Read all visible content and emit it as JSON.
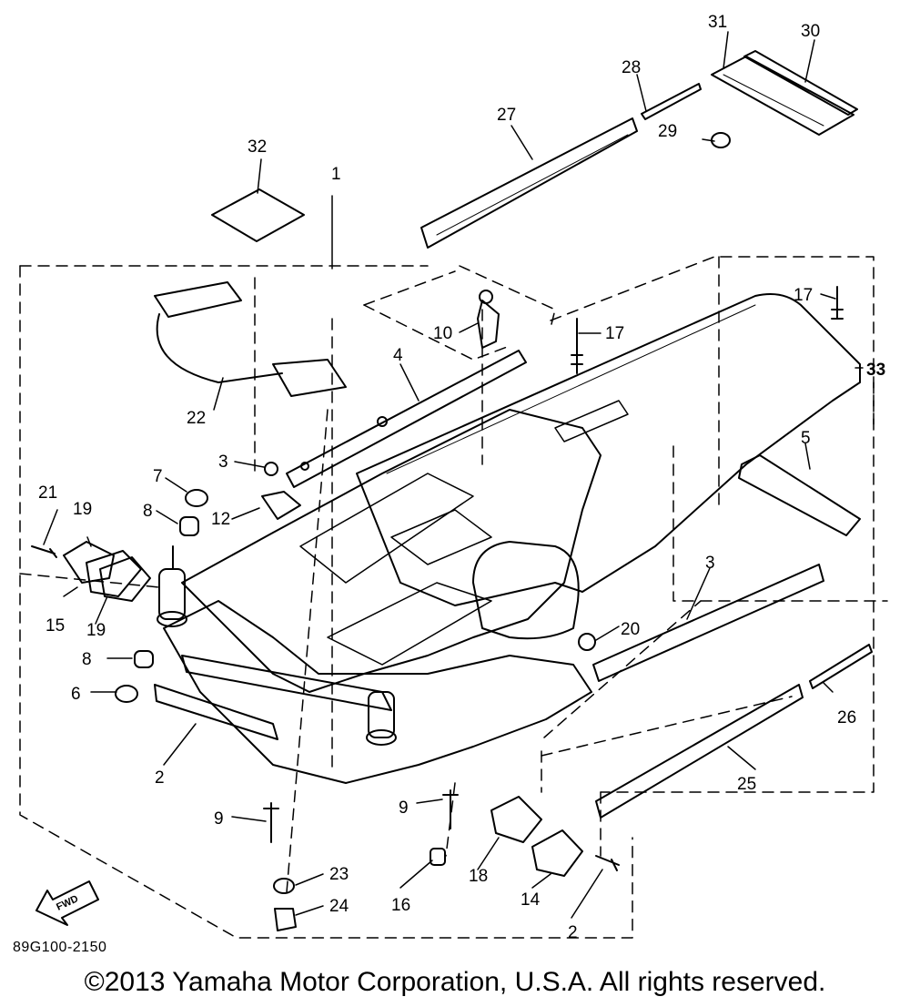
{
  "diagram": {
    "callouts": [
      {
        "id": "c1",
        "text": "1"
      },
      {
        "id": "c2a",
        "text": "2"
      },
      {
        "id": "c2b",
        "text": "2"
      },
      {
        "id": "c3a",
        "text": "3"
      },
      {
        "id": "c3b",
        "text": "3"
      },
      {
        "id": "c4",
        "text": "4"
      },
      {
        "id": "c5",
        "text": "5"
      },
      {
        "id": "c6",
        "text": "6"
      },
      {
        "id": "c7",
        "text": "7"
      },
      {
        "id": "c8a",
        "text": "8"
      },
      {
        "id": "c8b",
        "text": "8"
      },
      {
        "id": "c9a",
        "text": "9"
      },
      {
        "id": "c9b",
        "text": "9"
      },
      {
        "id": "c10",
        "text": "10"
      },
      {
        "id": "c12",
        "text": "12"
      },
      {
        "id": "c14",
        "text": "14"
      },
      {
        "id": "c15",
        "text": "15"
      },
      {
        "id": "c16",
        "text": "16"
      },
      {
        "id": "c17a",
        "text": "17"
      },
      {
        "id": "c17b",
        "text": "17"
      },
      {
        "id": "c18",
        "text": "18"
      },
      {
        "id": "c19a",
        "text": "19"
      },
      {
        "id": "c19b",
        "text": "19"
      },
      {
        "id": "c20",
        "text": "20"
      },
      {
        "id": "c21",
        "text": "21"
      },
      {
        "id": "c22",
        "text": "22"
      },
      {
        "id": "c23",
        "text": "23"
      },
      {
        "id": "c24",
        "text": "24"
      },
      {
        "id": "c25",
        "text": "25"
      },
      {
        "id": "c26",
        "text": "26"
      },
      {
        "id": "c27",
        "text": "27"
      },
      {
        "id": "c28",
        "text": "28"
      },
      {
        "id": "c29",
        "text": "29"
      },
      {
        "id": "c30",
        "text": "30"
      },
      {
        "id": "c31",
        "text": "31"
      },
      {
        "id": "c32",
        "text": "32"
      },
      {
        "id": "c33",
        "text": "33"
      }
    ],
    "fwd_arrow_text": "FWD",
    "diagram_code": "89G100-2150",
    "copyright": "©2013 Yamaha Motor Corporation, U.S.A. All rights reserved."
  }
}
